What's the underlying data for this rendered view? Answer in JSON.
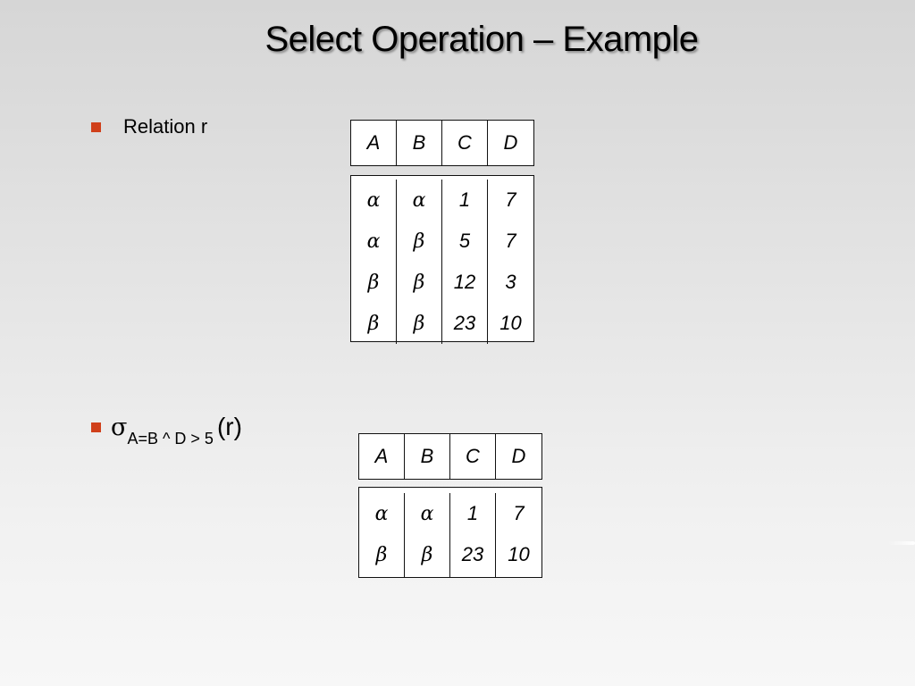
{
  "slide": {
    "title": "Select Operation – Example",
    "bullet1": "Relation r",
    "bullet2": {
      "sigma": "σ",
      "predicate": "A=B ^ D > 5",
      "argument": "(r)"
    }
  },
  "relation_r": {
    "headers": [
      "A",
      "B",
      "C",
      "D"
    ],
    "rows": [
      [
        "α",
        "α",
        "1",
        "7"
      ],
      [
        "α",
        "β",
        "5",
        "7"
      ],
      [
        "β",
        "β",
        "12",
        "3"
      ],
      [
        "β",
        "β",
        "23",
        "10"
      ]
    ]
  },
  "result": {
    "headers": [
      "A",
      "B",
      "C",
      "D"
    ],
    "rows": [
      [
        "α",
        "α",
        "1",
        "7"
      ],
      [
        "β",
        "β",
        "23",
        "10"
      ]
    ]
  },
  "colors": {
    "bullet": "#d0401b",
    "background_top": "#d6d6d6",
    "background_bottom": "#f7f7f7"
  }
}
